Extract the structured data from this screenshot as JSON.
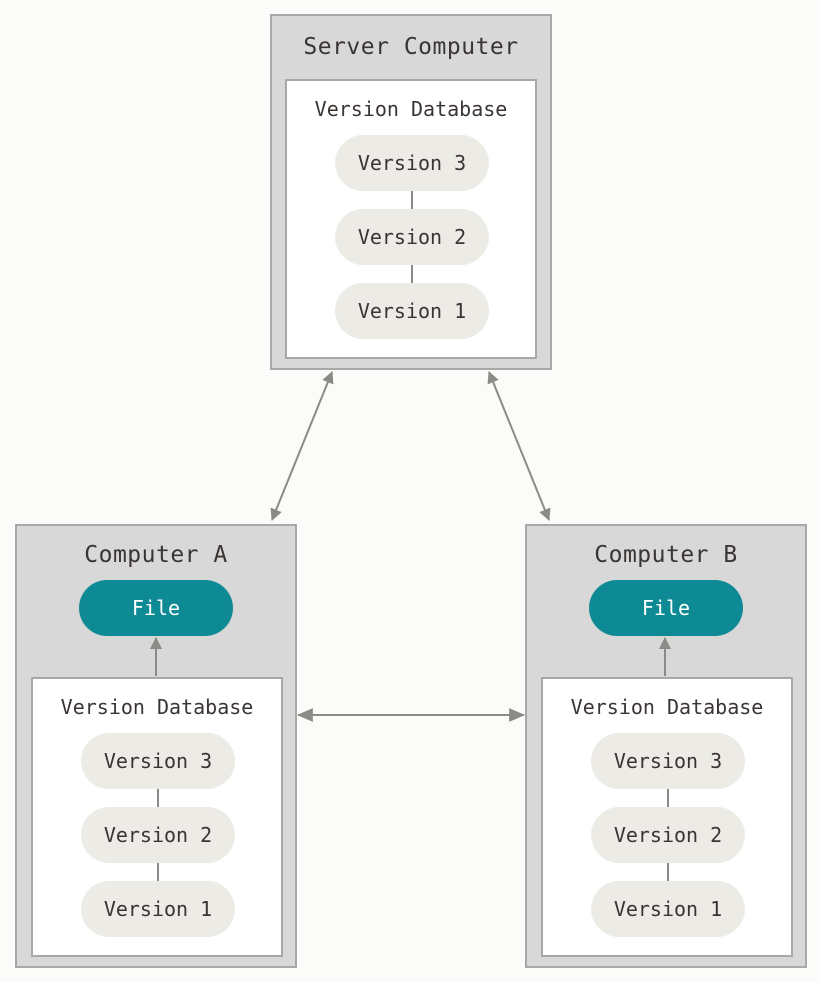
{
  "server": {
    "title": "Server Computer",
    "database": {
      "title": "Version Database",
      "versions": [
        "Version 3",
        "Version 2",
        "Version 1"
      ]
    }
  },
  "computer_a": {
    "title": "Computer A",
    "file": "File",
    "database": {
      "title": "Version Database",
      "versions": [
        "Version 3",
        "Version 2",
        "Version 1"
      ]
    }
  },
  "computer_b": {
    "title": "Computer B",
    "file": "File",
    "database": {
      "title": "Version Database",
      "versions": [
        "Version 3",
        "Version 2",
        "Version 1"
      ]
    }
  },
  "colors": {
    "file_fill": "#0d8a94",
    "version_fill": "#ecebe5",
    "box_fill": "#d8d8d8",
    "arrow": "#8c8a86"
  }
}
